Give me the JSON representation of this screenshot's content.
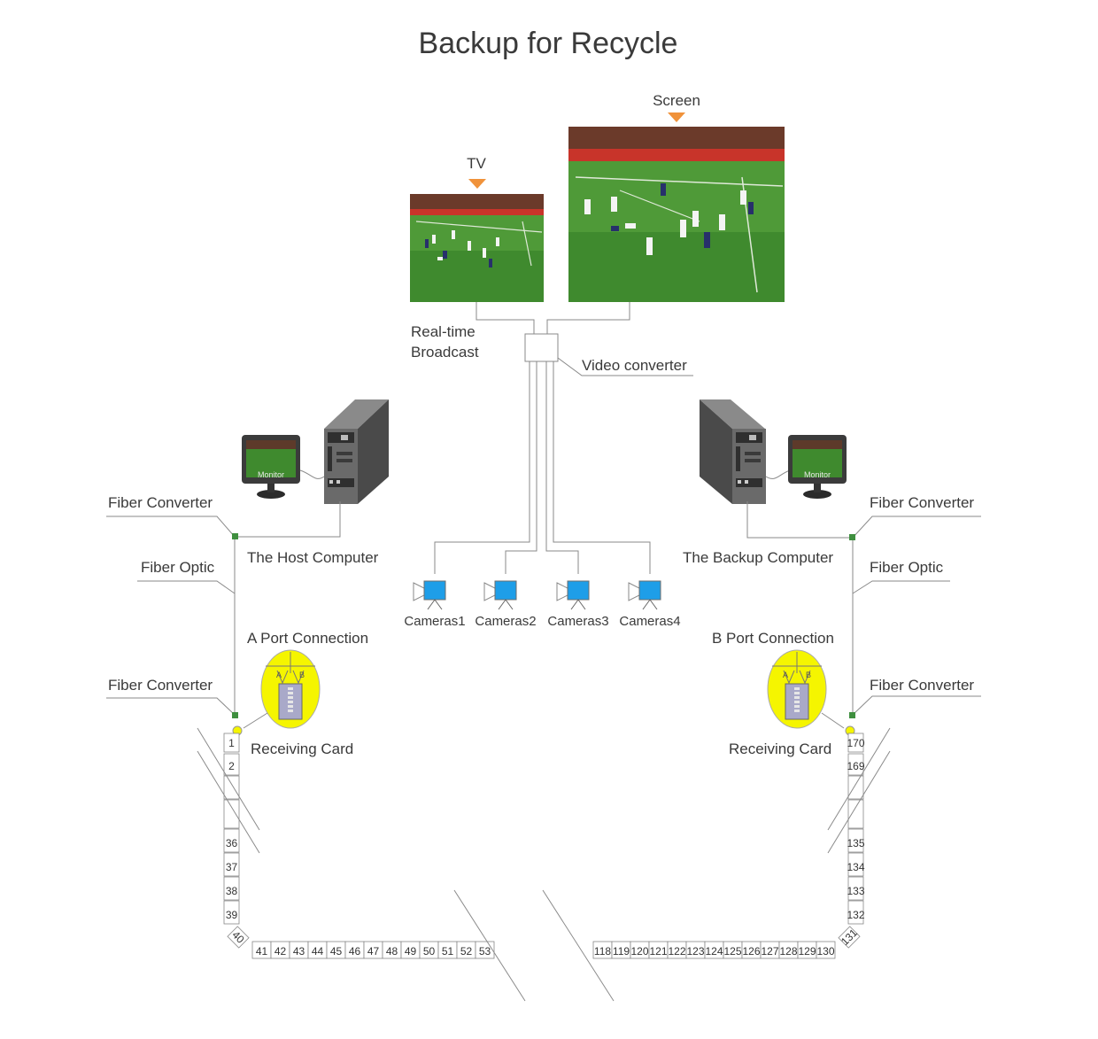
{
  "title": "Backup for Recycle",
  "labels": {
    "tv": "TV",
    "screen": "Screen",
    "realtime_line1": "Real-time",
    "realtime_line2": "Broadcast",
    "video_converter": "Video converter",
    "host_computer": "The Host Computer",
    "backup_computer": "The Backup Computer",
    "fiber_converter": "Fiber Converter",
    "fiber_optic": "Fiber Optic",
    "a_port": "A Port Connection",
    "b_port": "B Port Connection",
    "receiving_card": "Receiving Card",
    "monitor": "Monitor",
    "port_a": "A",
    "port_b": "B"
  },
  "cameras": [
    "Cameras1",
    "Cameras2",
    "Cameras3",
    "Cameras4"
  ],
  "left_column_cells": [
    "1",
    "2",
    "",
    "",
    "36",
    "37",
    "38",
    "39"
  ],
  "left_corner_cell": "40",
  "left_bottom_cells": [
    "41",
    "42",
    "43",
    "44",
    "45",
    "46",
    "47",
    "48",
    "49",
    "50",
    "51",
    "52",
    "53"
  ],
  "right_column_cells": [
    "170",
    "169",
    "",
    "",
    "135",
    "134",
    "133",
    "132"
  ],
  "right_corner_cell": "131",
  "right_bottom_cells": [
    "118",
    "119",
    "120",
    "121",
    "122",
    "123",
    "124",
    "125",
    "126",
    "127",
    "128",
    "129",
    "130"
  ],
  "colors": {
    "accent_orange": "#f0923a",
    "camera_blue": "#1e9ee8",
    "fiber_green": "#3f8f3f",
    "card_yellow": "#f5f500",
    "computer_gray": "#5b5b5b",
    "grass_green": "#3f8a2e"
  }
}
